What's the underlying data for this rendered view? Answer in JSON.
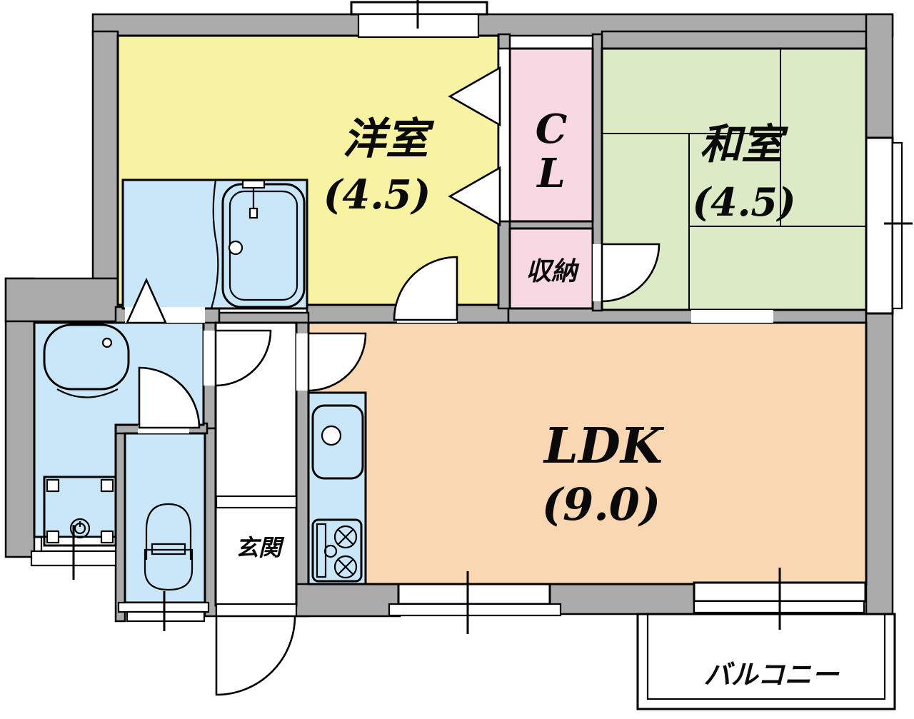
{
  "title": "apartment-floorplan",
  "rooms": {
    "western": {
      "label": "洋室",
      "size": "(4.5)"
    },
    "closet": {
      "line1": "C",
      "line2": "L"
    },
    "japanese": {
      "label": "和室",
      "size": "(4.5)"
    },
    "storage": {
      "label": "収納"
    },
    "ldk": {
      "label": "LDK",
      "size": "(9.0)"
    },
    "entrance": {
      "label": "玄関"
    },
    "balcony": {
      "label": "バルコニー"
    }
  },
  "colors": {
    "wall": "#ABABAB",
    "western": "#F8F2A3",
    "closet": "#F7D8E3",
    "japanese": "#DCEAC6",
    "ldk": "#F8D7B2",
    "water": "#C9E7F8",
    "white": "#FFFFFF",
    "line": "#000000"
  }
}
